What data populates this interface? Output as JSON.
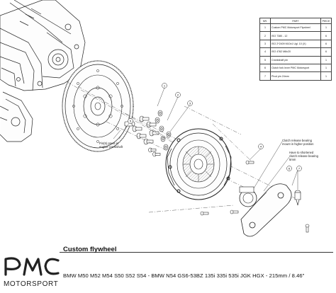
{
  "title_block": {
    "title": "Custom flywheel",
    "subtitle": "BMW M50 M52 M54 S50 S52 S54  -  BMW N54 GS6-53BZ 135i 335i 535i  JGK HGX - 215mm / 8.46\"",
    "brand": "MOTORSPORT",
    "logo_text": "PMC"
  },
  "parts_table": {
    "headers": [
      "NR.",
      "PART",
      "PIECE"
    ],
    "rows": [
      {
        "nr": "1",
        "part": "Custom PMC Motorsport Flywheel",
        "piece": "1"
      },
      {
        "nr": "2",
        "part": "ISO 7380 - 12",
        "piece": "6"
      },
      {
        "nr": "3",
        "part": "ISO 2*2409 M10x1 Ugl. 10 (X)",
        "piece": "6"
      },
      {
        "nr": "4",
        "part": "ISO 4762 M8x20",
        "piece": "6"
      },
      {
        "nr": "5",
        "part": "Crankshaft pin",
        "piece": "1"
      },
      {
        "nr": "6",
        "part": "Clutch fork lever PMC Motorsport",
        "piece": "1"
      },
      {
        "nr": "7",
        "part": "Pivot pin 24mm",
        "piece": "1"
      }
    ]
  },
  "notes": {
    "pin_note": [
      "Pin(5) press in",
      "engine crankshaft"
    ],
    "bearing_note_1": [
      "Clutch release bearing",
      "mount in higher position"
    ],
    "bearing_note_2": [
      "Have to shortened",
      "clutch release bearing",
      "5mm"
    ]
  },
  "callouts": [
    "1",
    "2",
    "3",
    "4",
    "5",
    "6",
    "7"
  ]
}
